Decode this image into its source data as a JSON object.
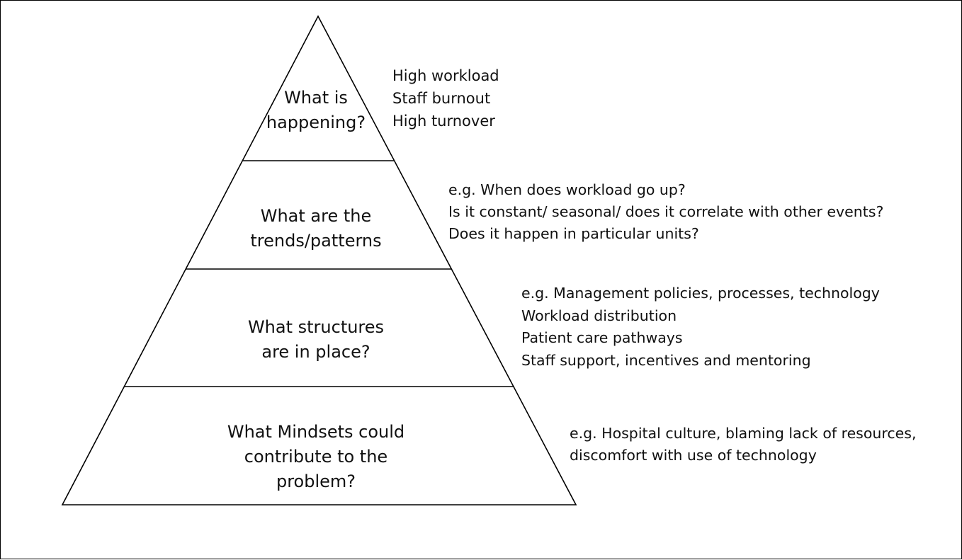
{
  "colors": {
    "line": "#000000",
    "text": "#111111",
    "background": "#ffffff"
  },
  "pyramid": {
    "levels": [
      {
        "lines": [
          "What is",
          "happening?"
        ]
      },
      {
        "lines": [
          "What are the",
          "trends/patterns"
        ]
      },
      {
        "lines": [
          "What structures",
          "are in place?"
        ]
      },
      {
        "lines": [
          "What Mindsets could",
          "contribute to the",
          "problem?"
        ]
      }
    ]
  },
  "notes": [
    {
      "lines": [
        "High workload",
        "Staff burnout",
        "High turnover"
      ]
    },
    {
      "lines": [
        "e.g. When does workload go up?",
        "Is it constant/ seasonal/ does it correlate with other events?",
        "Does it happen in particular units?"
      ]
    },
    {
      "lines": [
        "e.g. Management policies, processes, technology",
        "Workload distribution",
        "Patient care pathways",
        "Staff support,  incentives and mentoring"
      ]
    },
    {
      "lines": [
        "e.g.  Hospital culture, blaming lack of resources,",
        "discomfort with use of technology"
      ]
    }
  ]
}
